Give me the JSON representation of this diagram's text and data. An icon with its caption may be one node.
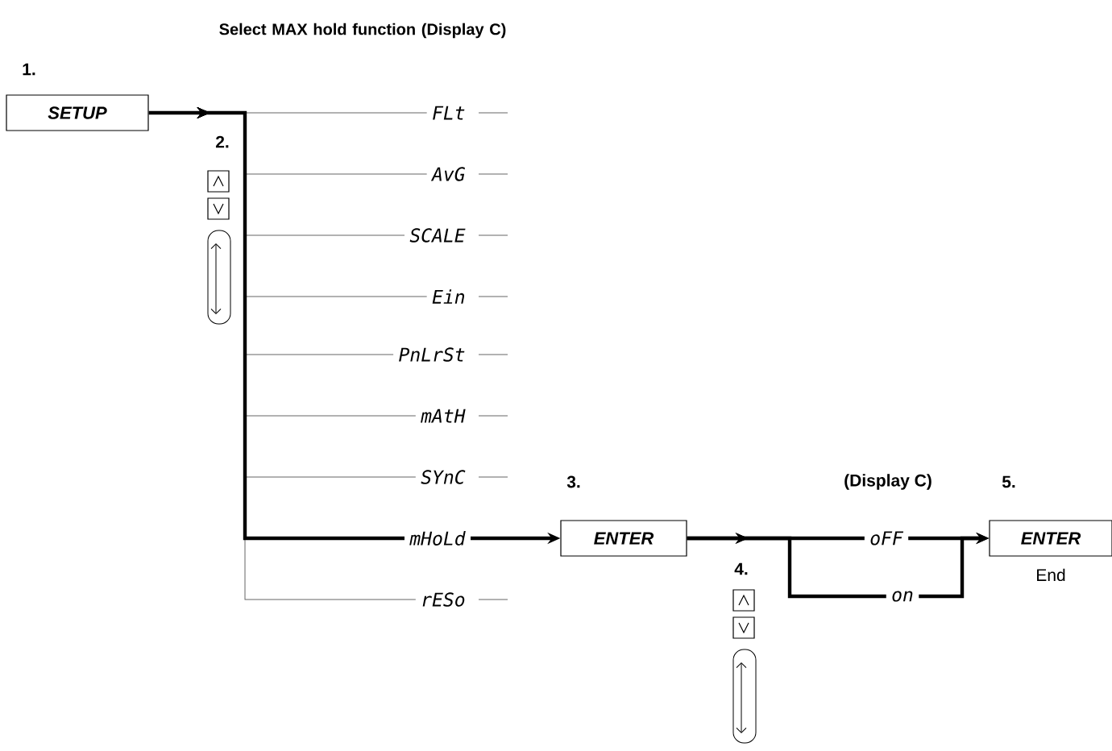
{
  "diagram": {
    "title": "Select MAX hold function (Display C)",
    "nodes": [
      {
        "text": [
          "SETUP"
        ]
      },
      {
        "text": [
          "FLt"
        ]
      },
      {
        "text": [
          "AvG"
        ]
      },
      {
        "text": [
          "SCALE"
        ]
      },
      {
        "text": [
          "Ein"
        ]
      },
      {
        "text": [
          "PnLrSt"
        ]
      },
      {
        "text": [
          "mAtH"
        ]
      },
      {
        "text": [
          "SYnC"
        ]
      },
      {
        "text": [
          "mHoLd"
        ]
      },
      {
        "text": [
          "rESo"
        ]
      },
      {
        "text": [
          "ENTER"
        ]
      },
      {
        "text": [
          "oFF"
        ]
      },
      {
        "text": [
          "on"
        ]
      },
      {
        "text": [
          "ENTER"
        ],
        "beside": [
          "End"
        ]
      }
    ],
    "edges": [
      {
        "from": 0,
        "to": 1,
        "arrow": "to"
      },
      {
        "from": 0,
        "to": 2,
        "arrow": "to"
      },
      {
        "from": 0,
        "to": 3,
        "arrow": "to"
      },
      {
        "from": 0,
        "to": 4,
        "arrow": "to"
      },
      {
        "from": 0,
        "to": 5,
        "arrow": "to"
      },
      {
        "from": 0,
        "to": 6,
        "arrow": "to"
      },
      {
        "from": 0,
        "to": 7,
        "arrow": "to"
      },
      {
        "from": 0,
        "to": 8,
        "arrow": "to",
        "style": "thick",
        "color": "#000000"
      },
      {
        "from": 0,
        "to": 9,
        "arrow": "to"
      },
      {
        "from": 8,
        "to": 10,
        "arrow": "to",
        "style": "thick",
        "color": "#000000"
      },
      {
        "from": 10,
        "to": 11,
        "arrow": "to",
        "style": "thick",
        "color": "#000000"
      },
      {
        "from": 10,
        "to": 12,
        "arrow": "to",
        "style": "thick",
        "color": "#000000"
      },
      {
        "from": 11,
        "to": 13,
        "arrow": "to",
        "style": "thick",
        "color": "#000000"
      },
      {
        "from": 12,
        "to": 13,
        "arrow": "to",
        "style": "thick",
        "color": "#000000"
      }
    ],
    "labels": [
      "1.",
      "2.",
      "3.",
      "(Display C)",
      "5.",
      "4."
    ]
  }
}
